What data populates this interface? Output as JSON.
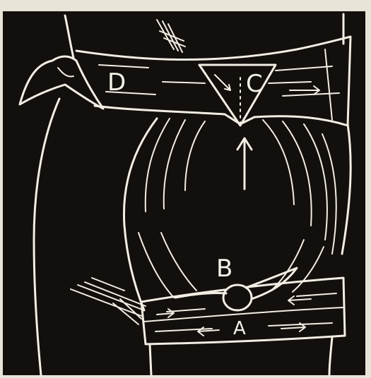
{
  "colors": {
    "background": "#120f0c",
    "paper": "#e9e4d8",
    "line": "#f2eee4"
  },
  "labels": {
    "a": "A",
    "b": "B",
    "c": "C",
    "d": "D"
  }
}
